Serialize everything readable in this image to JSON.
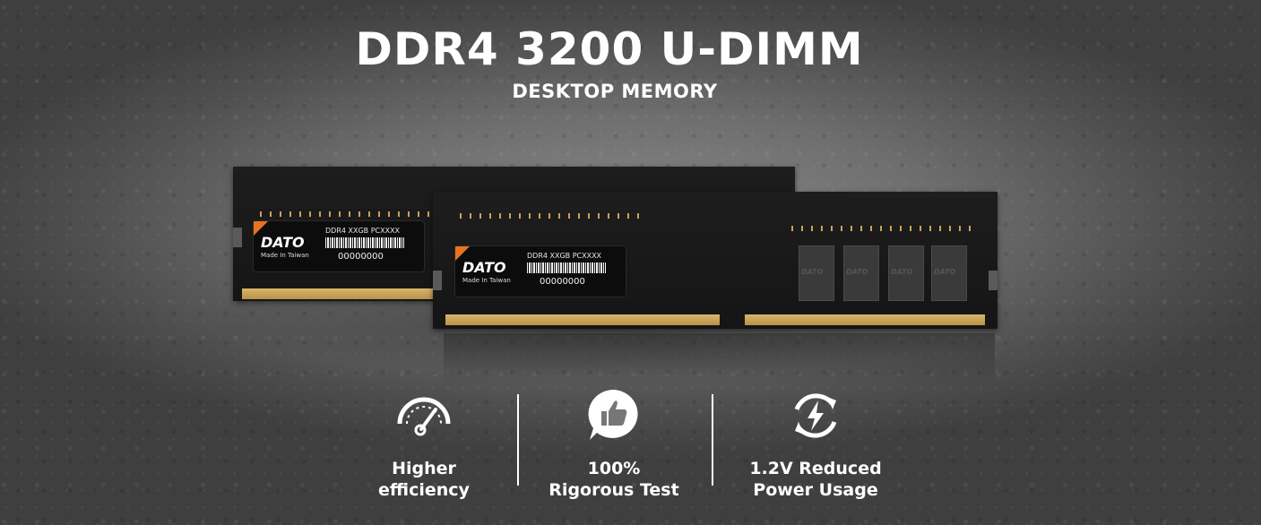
{
  "header": {
    "title": "DDR4 3200 U-DIMM",
    "subtitle": "DESKTOP MEMORY"
  },
  "product": {
    "brand": "DATO",
    "origin": "Made In Taiwan",
    "part_text": "DDR4  XXGB  PCXXXX",
    "serial": "00000000",
    "accent_color": "#e8731f"
  },
  "features": [
    {
      "icon": "speedometer-icon",
      "line1": "Higher",
      "line2": "efficiency"
    },
    {
      "icon": "thumbs-up-icon",
      "line1": "100%",
      "line2": "Rigorous Test"
    },
    {
      "icon": "power-cycle-icon",
      "line1": "1.2V Reduced",
      "line2": "Power Usage"
    }
  ]
}
